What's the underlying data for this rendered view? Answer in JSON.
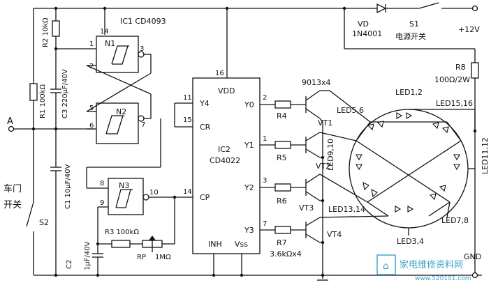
{
  "labels": {
    "r2": "R2 10kΩ",
    "r1": "R1 100kΩ",
    "c3": "C3 220μF/40V",
    "c1": "C1 10μF/40V",
    "c2": "C2",
    "c2v": "1μF/40V",
    "node_a": "A",
    "door1": "车门",
    "door2": "开关",
    "s2": "S2",
    "ic1": "IC1  CD4093",
    "n1": "N1",
    "n2": "N2",
    "n3": "N3",
    "p14": "14",
    "p1": "1",
    "p2": "2",
    "p3": "3",
    "p5": "5",
    "p6": "6",
    "p7": "7",
    "p8": "8",
    "p9": "9",
    "p10": "10",
    "r3": "R3  100kΩ",
    "rp": "RP",
    "rp_val": "1MΩ",
    "ic2": "IC2",
    "ic2b": "CD4022",
    "vdd": "VDD",
    "y4": "Y4",
    "cr": "CR",
    "cp": "CP",
    "inh": "INH",
    "vss": "Vss",
    "y0": "Y0",
    "y1": "Y1",
    "y2": "Y2",
    "y3": "Y3",
    "q16": "16",
    "q11": "11",
    "q15": "15",
    "q14": "14",
    "o2": "2",
    "o1": "1",
    "o3": "3",
    "o7": "7",
    "r4": "R4",
    "r5": "R5",
    "r6": "R6",
    "r7": "R7",
    "r7val": "3.6kΩx4",
    "t9013": "9013x4",
    "vt1": "VT1",
    "vt2": "VT2",
    "vt3": "VT3",
    "vt4": "VT4",
    "vd": "VD",
    "vd2": "1N4001",
    "s1": "S1",
    "s1b": "电源开关",
    "v12": "+12V",
    "r8": "R8",
    "r8v": "100Ω/2W",
    "led12": "LED1,2",
    "led1516": "LED15,16",
    "led56": "LED5,6",
    "led910": "LED9,10",
    "led1314": "LED13,14",
    "led1112": "LED11,12",
    "led78": "LED7,8",
    "led34": "LED3,4",
    "gnd": "GND",
    "wm": "家电维修资料网",
    "wm_url": "www.520101.com"
  }
}
